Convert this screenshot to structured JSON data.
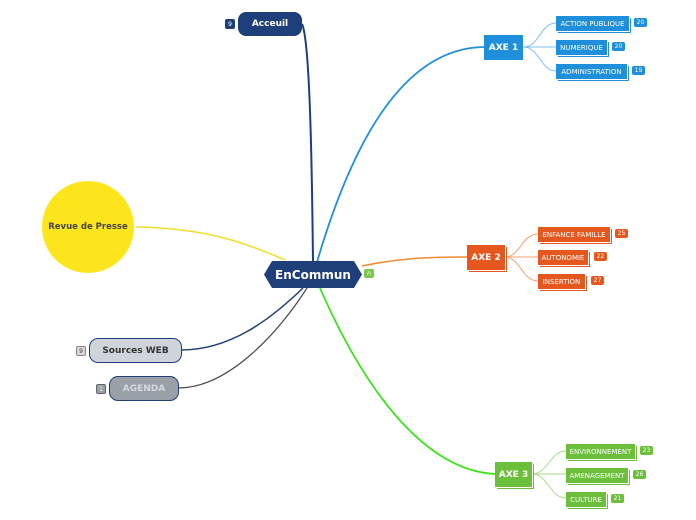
{
  "center": {
    "label": "EnCommun",
    "tag": "n"
  },
  "acceuil": {
    "label": "Acceuil",
    "count": "9"
  },
  "revue": {
    "label": "Revue de Presse"
  },
  "sources": {
    "label": "Sources WEB",
    "count": "9"
  },
  "agenda": {
    "label": "AGENDA",
    "count": "1"
  },
  "axe1": {
    "label": "AXE 1",
    "color": "#1f8fdc",
    "items": [
      {
        "label": "ACTION PUBLIQUE",
        "count": "20"
      },
      {
        "label": "NUMERIQUE",
        "count": "20"
      },
      {
        "label": "ADMINISTRATION",
        "count": "19"
      }
    ]
  },
  "axe2": {
    "label": "AXE 2",
    "color": "#e4581f",
    "items": [
      {
        "label": "ENFANCE FAMILLE",
        "count": "25"
      },
      {
        "label": "AUTONOMIE",
        "count": "22"
      },
      {
        "label": "INSERTION",
        "count": "27"
      }
    ]
  },
  "axe3": {
    "label": "AXE 3",
    "color": "#6cbf3a",
    "items": [
      {
        "label": "ENVIRONNEMENT",
        "count": "23"
      },
      {
        "label": "AMENAGEMENT",
        "count": "26"
      },
      {
        "label": "CULTURE",
        "count": "21"
      }
    ]
  }
}
